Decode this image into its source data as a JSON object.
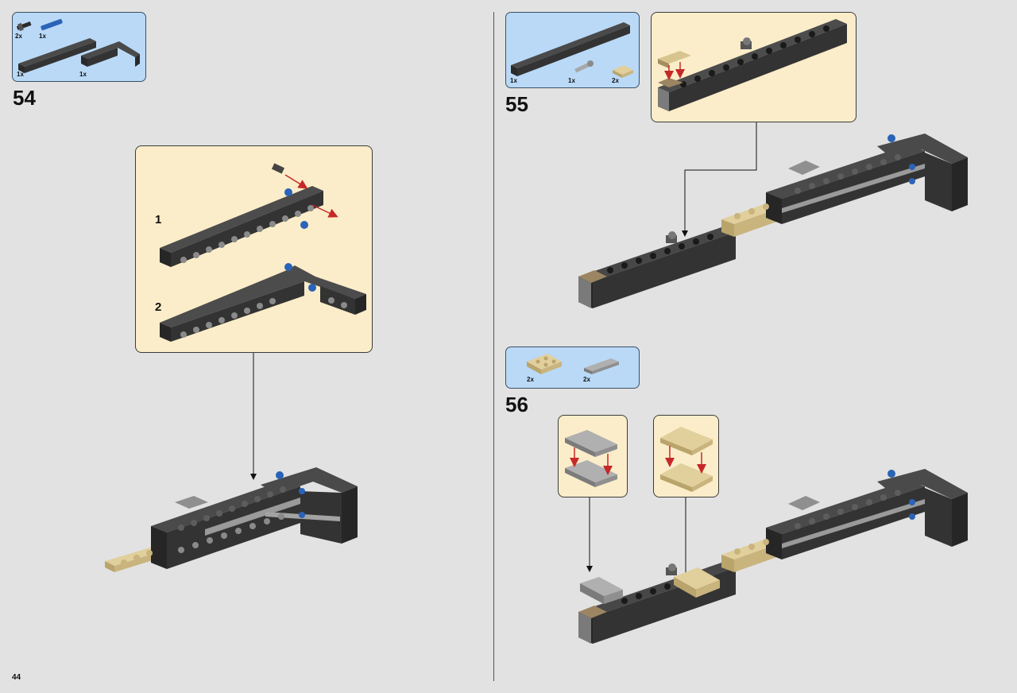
{
  "page_number": "44",
  "colors": {
    "background": "#e2e2e2",
    "parts_panel": "#b9d9f7",
    "callout_panel": "#fbedc9",
    "brick_dark": "#3a3a3a",
    "brick_light": "#a3a3a3",
    "tan": "#d8c48e",
    "blue": "#2a63b8",
    "arrow_red": "#c62828"
  },
  "steps": [
    {
      "number": "54",
      "parts": [
        {
          "qty": "2x",
          "icon": "black-axle-pin-icon"
        },
        {
          "qty": "1x",
          "icon": "blue-axle-pin-icon"
        },
        {
          "qty": "1x",
          "icon": "black-technic-brick-long-icon"
        },
        {
          "qty": "1x",
          "icon": "black-technic-l-brick-icon"
        }
      ],
      "substeps": [
        "1",
        "2"
      ]
    },
    {
      "number": "55",
      "parts": [
        {
          "qty": "1x",
          "icon": "black-technic-brick-long-icon"
        },
        {
          "qty": "1x",
          "icon": "grey-axle-pin-icon"
        },
        {
          "qty": "2x",
          "icon": "tan-plate-1x2-icon"
        }
      ]
    },
    {
      "number": "56",
      "parts": [
        {
          "qty": "2x",
          "icon": "tan-plate-2x3-icon"
        },
        {
          "qty": "2x",
          "icon": "grey-plate-1x4-icon"
        }
      ]
    }
  ]
}
